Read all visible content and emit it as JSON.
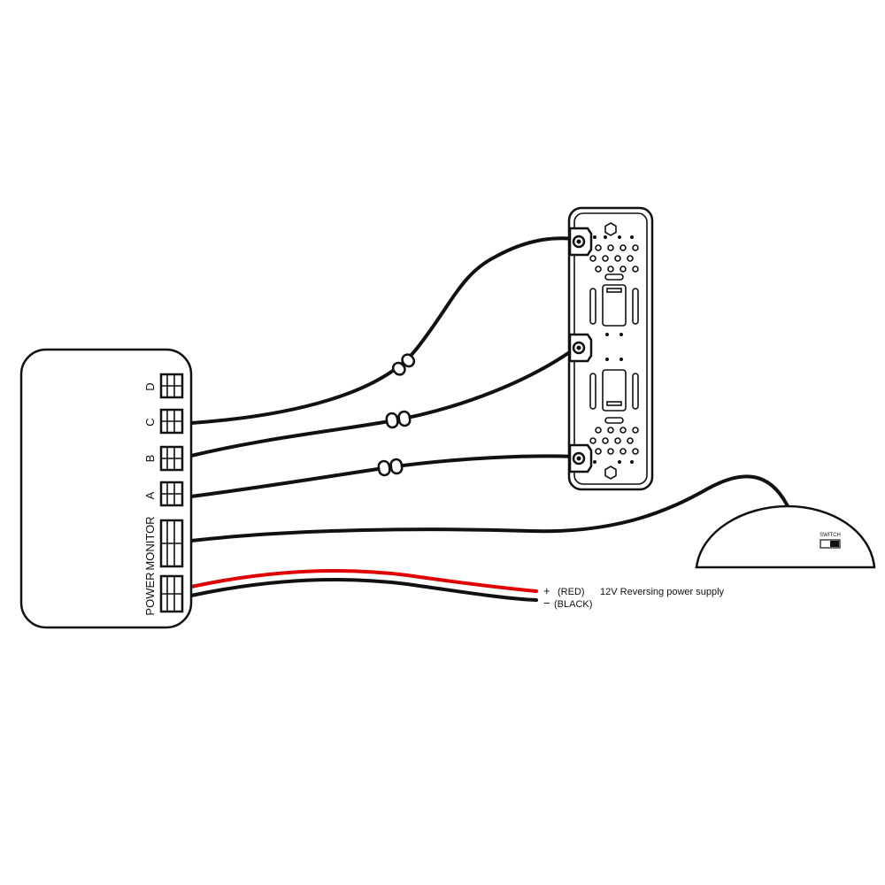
{
  "control_box": {
    "ports": [
      {
        "id": "d",
        "label": "D"
      },
      {
        "id": "c",
        "label": "C"
      },
      {
        "id": "b",
        "label": "B"
      },
      {
        "id": "a",
        "label": "A"
      },
      {
        "id": "monitor",
        "label": "MONITOR"
      },
      {
        "id": "power",
        "label": "POWER"
      }
    ]
  },
  "power_leads": {
    "positive": {
      "symbol": "+",
      "label": "(RED)",
      "color": "#e00000"
    },
    "negative": {
      "symbol": "−",
      "label": "(BLACK)",
      "color": "#111111"
    },
    "description": "12V Reversing power supply"
  },
  "switch_unit": {
    "label": "SWITCH"
  },
  "colors": {
    "wire": "#111111",
    "red_wire": "#e00000",
    "background": "#ffffff"
  }
}
